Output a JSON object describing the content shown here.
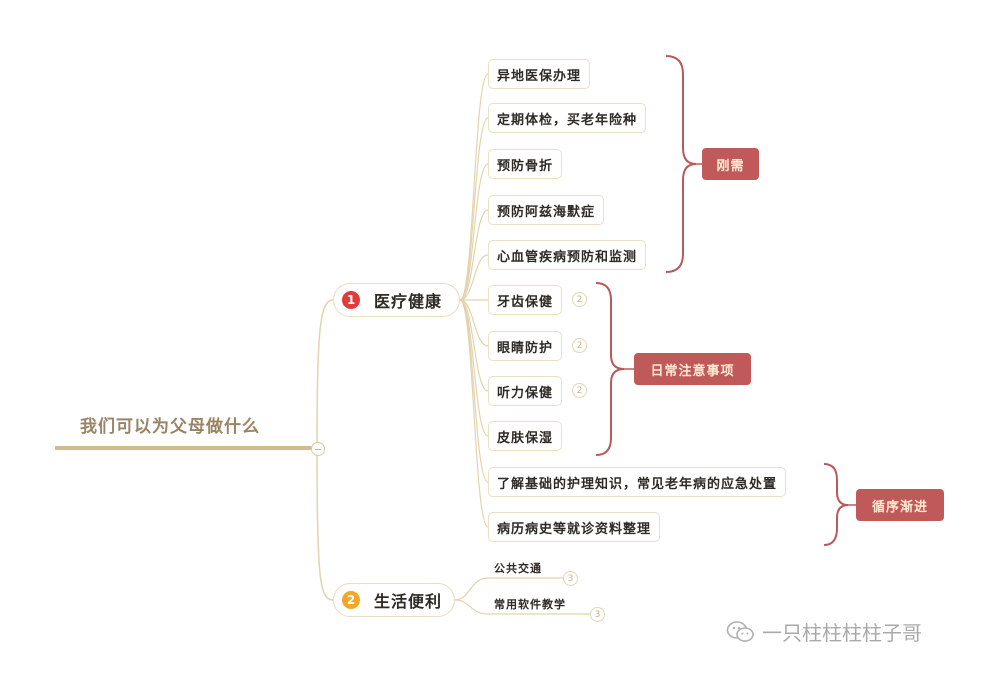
{
  "root": {
    "title": "我们可以为父母做什么"
  },
  "branches": [
    {
      "number": "1",
      "label": "医疗健康",
      "number_color": "#e23b3b"
    },
    {
      "number": "2",
      "label": "生活便利",
      "number_color": "#f5a623"
    }
  ],
  "medical_items": [
    {
      "label": "异地医保办理"
    },
    {
      "label": "定期体检，买老年险种"
    },
    {
      "label": "预防骨折"
    },
    {
      "label": "预防阿兹海默症"
    },
    {
      "label": "心血管疾病预防和监测"
    },
    {
      "label": "牙齿保健",
      "children_count": "2"
    },
    {
      "label": "眼睛防护",
      "children_count": "2"
    },
    {
      "label": "听力保健",
      "children_count": "2"
    },
    {
      "label": "皮肤保湿"
    },
    {
      "label": "了解基础的护理知识，常见老年病的应急处置"
    },
    {
      "label": "病历病史等就诊资料整理"
    }
  ],
  "life_items": [
    {
      "label": "公共交通",
      "children_count": "3"
    },
    {
      "label": "常用软件教学",
      "children_count": "3"
    }
  ],
  "summaries": [
    {
      "label": "刚需"
    },
    {
      "label": "日常注意事项"
    },
    {
      "label": "循序渐进"
    }
  ],
  "watermark": {
    "text": "一只柱柱柱柱子哥",
    "icon": "wechat-icon"
  },
  "colors": {
    "connector": "#e3d3ad",
    "root_line": "#d1bd8b",
    "bracket": "#b85a5a",
    "tag_bg": "#c05a5a",
    "tag_text": "#ffe9d2"
  }
}
